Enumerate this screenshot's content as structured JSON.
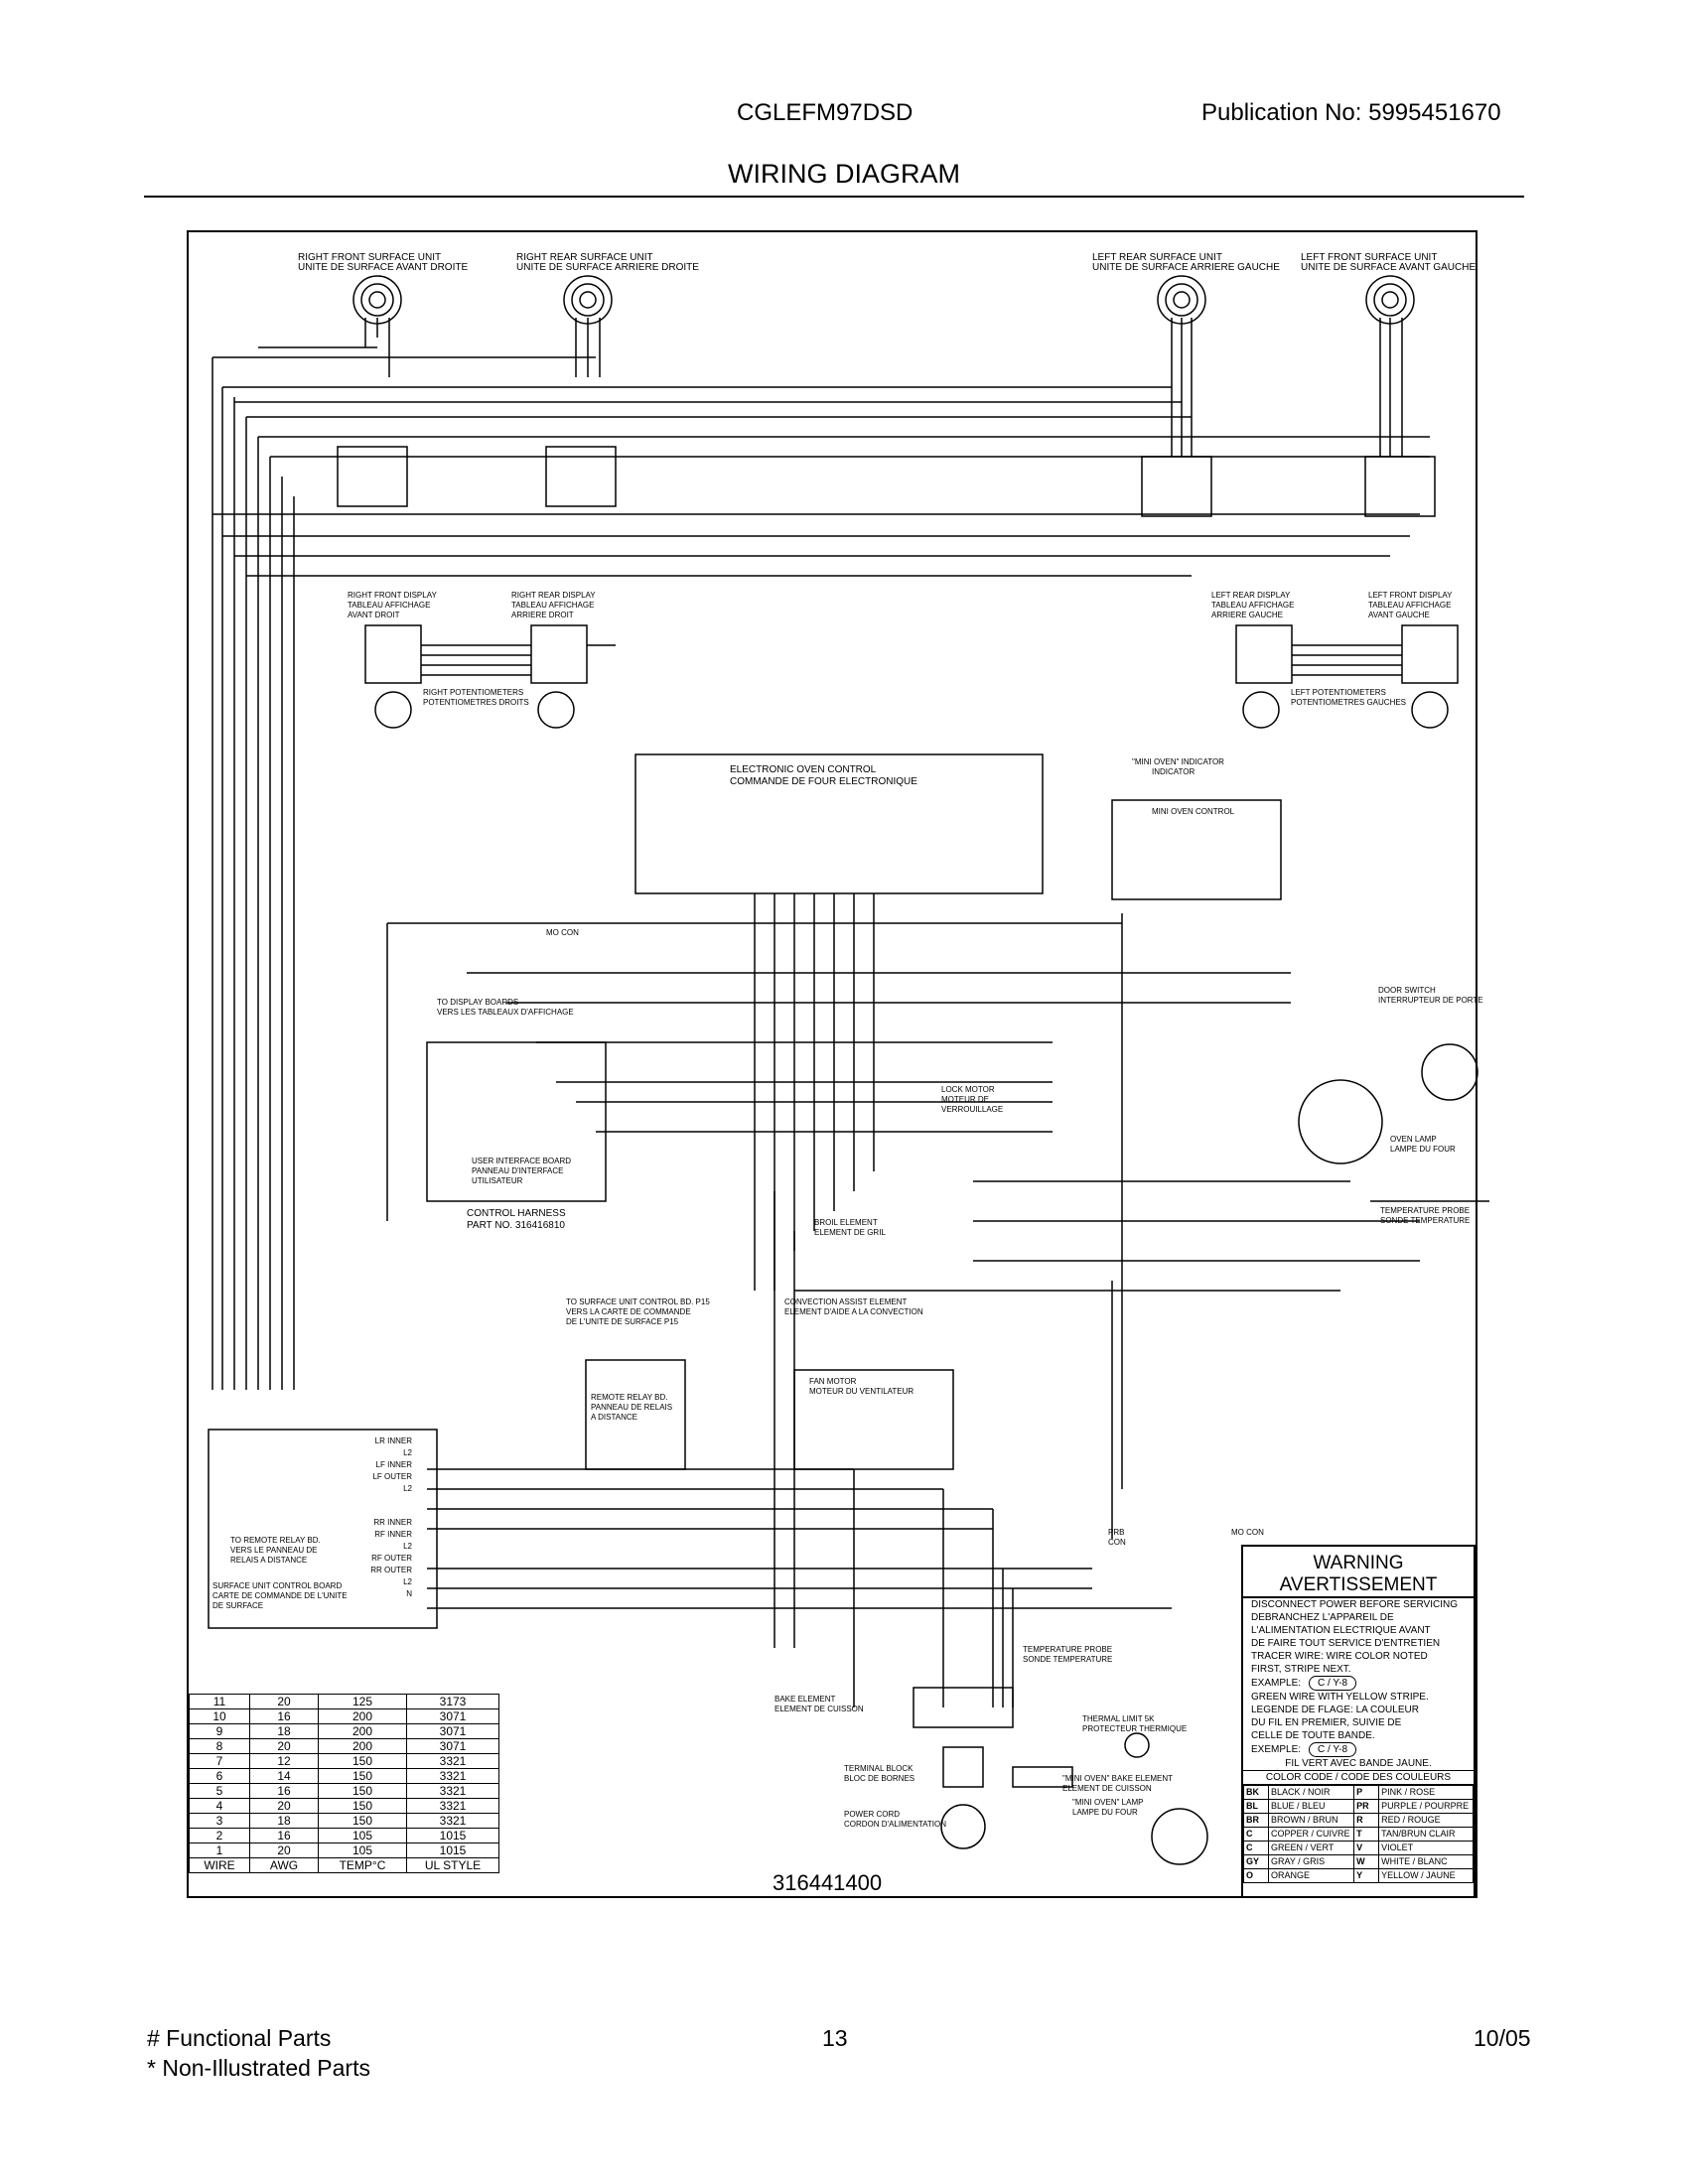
{
  "header": {
    "model": "CGLEFM97DSD",
    "publication": "Publication No:  5995451670",
    "title": "WIRING DIAGRAM"
  },
  "components": {
    "rf_unit": [
      "RIGHT FRONT SURFACE UNIT",
      "UNITE DE SURFACE AVANT DROITE"
    ],
    "rr_unit": [
      "RIGHT REAR SURFACE UNIT",
      "UNITE DE SURFACE ARRIERE DROITE"
    ],
    "lr_unit": [
      "LEFT REAR SURFACE UNIT",
      "UNITE DE SURFACE ARRIERE GAUCHE"
    ],
    "lf_unit": [
      "LEFT FRONT SURFACE UNIT",
      "UNITE DE SURFACE AVANT GAUCHE"
    ],
    "rf_display": [
      "RIGHT FRONT DISPLAY",
      "TABLEAU AFFICHAGE",
      "AVANT DROIT"
    ],
    "rr_display": [
      "RIGHT REAR DISPLAY",
      "TABLEAU AFFICHAGE",
      "ARRIERE DROIT"
    ],
    "lr_display": [
      "LEFT REAR DISPLAY",
      "TABLEAU AFFICHAGE",
      "ARRIERE GAUCHE"
    ],
    "lf_display": [
      "LEFT FRONT DISPLAY",
      "TABLEAU AFFICHAGE",
      "AVANT GAUCHE"
    ],
    "right_pots": [
      "RIGHT POTENTIOMETERS",
      "POTENTIOMETRES DROITS"
    ],
    "left_pots": [
      "LEFT POTENTIOMETERS",
      "POTENTIOMETRES GAUCHES"
    ],
    "eoc": [
      "ELECTRONIC OVEN CONTROL",
      "COMMANDE DE FOUR ELECTRONIQUE"
    ],
    "mini_indicator": [
      "\"MINI OVEN\" INDICATOR",
      "INDICATOR"
    ],
    "mini_control": "MINI OVEN CONTROL",
    "mo_con": "MO CON",
    "door_switch": [
      "DOOR SWITCH",
      "INTERRUPTEUR DE PORTE"
    ],
    "lock_motor": [
      "LOCK MOTOR",
      "MOTEUR DE",
      "VERROUILLAGE"
    ],
    "oven_lamp": [
      "OVEN LAMP",
      "LAMPE DU FOUR"
    ],
    "temp_probe": [
      "TEMPERATURE PROBE",
      "SONDE TEMPERATURE"
    ],
    "display_boards": [
      "TO DISPLAY BOARDS",
      "VERS LES TABLEAUX D'AFFICHAGE"
    ],
    "ui_board": [
      "USER INTERFACE BOARD",
      "PANNEAU D'INTERFACE",
      "UTILISATEUR"
    ],
    "control_harness": [
      "CONTROL HARNESS",
      "PART NO. 316416810"
    ],
    "broil": [
      "BROIL ELEMENT",
      "ELEMENT DE GRIL"
    ],
    "convection": [
      "CONVECTION ASSIST ELEMENT",
      "ELEMENT D'AIDE A LA CONVECTION"
    ],
    "fan_motor": [
      "FAN MOTOR",
      "MOTEUR DU VENTILATEUR"
    ],
    "surface_ctrl_link": [
      "TO SURFACE UNIT CONTROL BD. P15",
      "VERS LA CARTE DE COMMANDE",
      "DE L'UNITE DE SURFACE P15"
    ],
    "remote_relay": [
      "REMOTE RELAY BD.",
      "PANNEAU DE RELAIS",
      "A DISTANCE"
    ],
    "to_remote_relay": [
      "TO REMOTE RELAY BD.",
      "VERS LE PANNEAU DE",
      "RELAIS A DISTANCE"
    ],
    "surface_board": [
      "SURFACE UNIT CONTROL BOARD",
      "CARTE DE COMMANDE DE L'UNITE",
      "DE SURFACE"
    ],
    "surface_pins": [
      "LR INNER",
      "L2",
      "LF INNER",
      "LF OUTER",
      "L2",
      "RR INNER",
      "RF INNER",
      "L2",
      "RF OUTER",
      "RR OUTER",
      "L2",
      "N"
    ],
    "temp_probe_lower": [
      "TEMPERATURE PROBE",
      "SONDE TEMPERATURE"
    ],
    "bake": [
      "BAKE ELEMENT",
      "ELEMENT DE CUISSON"
    ],
    "terminal_block": [
      "TERMINAL BLOCK",
      "BLOC DE BORNES"
    ],
    "power_cord": [
      "POWER CORD",
      "CORDON D'ALIMENTATION"
    ],
    "thermal_limit": [
      "THERMAL LIMIT 5K",
      "PROTECTEUR THERMIQUE"
    ],
    "mini_bake": [
      "\"MINI OVEN\" BAKE ELEMENT",
      "ELEMENT DE CUISSON"
    ],
    "mini_lamp": [
      "\"MINI OVEN\" LAMP",
      "LAMPE DU FOUR"
    ],
    "prb_con": [
      "PRB",
      "CON"
    ],
    "mo_con2": "MO CON"
  },
  "wire_table": {
    "rows": [
      [
        "11",
        "20",
        "125",
        "3173"
      ],
      [
        "10",
        "16",
        "200",
        "3071"
      ],
      [
        "9",
        "18",
        "200",
        "3071"
      ],
      [
        "8",
        "20",
        "200",
        "3071"
      ],
      [
        "7",
        "12",
        "150",
        "3321"
      ],
      [
        "6",
        "14",
        "150",
        "3321"
      ],
      [
        "5",
        "16",
        "150",
        "3321"
      ],
      [
        "4",
        "20",
        "150",
        "3321"
      ],
      [
        "3",
        "18",
        "150",
        "3321"
      ],
      [
        "2",
        "16",
        "105",
        "1015"
      ],
      [
        "1",
        "20",
        "105",
        "1015"
      ]
    ],
    "headers": [
      "WIRE",
      "AWG",
      "TEMP°C",
      "UL STYLE"
    ]
  },
  "part_number": "316441400",
  "warning": {
    "title_en": "WARNING",
    "title_fr": "AVERTISSEMENT",
    "lines": [
      "DISCONNECT POWER BEFORE SERVICING",
      "DEBRANCHEZ L'APPAREIL DE",
      "L'ALIMENTATION ELECTRIQUE AVANT",
      "DE FAIRE TOUT SERVICE D'ENTRETIEN"
    ],
    "tracer_en": [
      "TRACER WIRE: WIRE COLOR NOTED",
      "FIRST, STRIPE NEXT."
    ],
    "example_label": "EXAMPLE:",
    "example_code": "C / Y-8",
    "example_en": "GREEN WIRE WITH YELLOW STRIPE.",
    "tracer_fr": [
      "LEGENDE DE FLAGE: LA COULEUR",
      "DU FIL EN PREMIER, SUIVIE DE",
      "CELLE DE TOUTE BANDE."
    ],
    "exemple_label": "EXEMPLE:",
    "example_fr": "FIL VERT AVEC BANDE JAUNE.",
    "color_code_title": "COLOR CODE / CODE DES COULEURS",
    "color_codes": [
      [
        "BK",
        "BLACK / NOIR",
        "P",
        "PINK / ROSE"
      ],
      [
        "BL",
        "BLUE / BLEU",
        "PR",
        "PURPLE / POURPRE"
      ],
      [
        "BR",
        "BROWN / BRUN",
        "R",
        "RED / ROUGE"
      ],
      [
        "C",
        "COPPER / CUIVRE",
        "T",
        "TAN/BRUN CLAIR"
      ],
      [
        "C",
        "GREEN / VERT",
        "V",
        "VIOLET"
      ],
      [
        "GY",
        "GRAY / GRIS",
        "W",
        "WHITE / BLANC"
      ],
      [
        "O",
        "ORANGE",
        "Y",
        "YELLOW / JAUNE"
      ]
    ]
  },
  "footer": {
    "functional": "# Functional Parts",
    "non_illustrated": "* Non-Illustrated Parts",
    "page": "13",
    "date": "10/05"
  }
}
